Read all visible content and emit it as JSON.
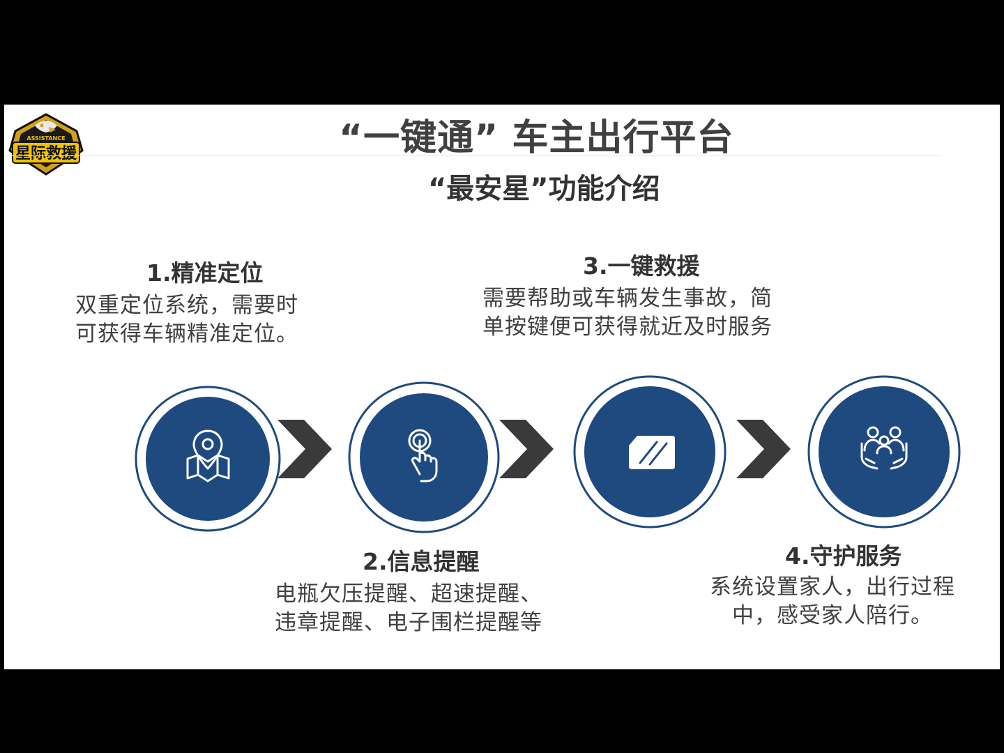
{
  "header": {
    "title": "“一键通” 车主出行平台",
    "subtitle": "“最安星”功能介绍",
    "logo_text": "星际救援",
    "logo_subtext": "ASSISTANCE"
  },
  "features": [
    {
      "title": "1.精准定位",
      "desc_lines": [
        "双重定位系统，需要时",
        "可获得车辆精准定位。"
      ],
      "icon": "map-pin-icon"
    },
    {
      "title": "2.信息提醒",
      "desc_lines": [
        "电瓶欠压提醒、超速提醒、",
        "违章提醒、电子围栏提醒等"
      ],
      "icon": "touch-hand-icon"
    },
    {
      "title": "3.一键救援",
      "desc_lines": [
        "需要帮助或车辆发生事故，简",
        "单按键便可获得就近及时服务"
      ],
      "icon": "broken-glass-icon"
    },
    {
      "title": "4.守护服务",
      "desc_lines": [
        "系统设置家人，出行过程",
        "中，感受家人陪行。"
      ],
      "icon": "family-care-icon"
    }
  ],
  "colors": {
    "circle_fill": "#1e4a80",
    "circle_ring": "#1e4a80",
    "chevron": "#3a3a3a",
    "title_text": "#404040"
  }
}
